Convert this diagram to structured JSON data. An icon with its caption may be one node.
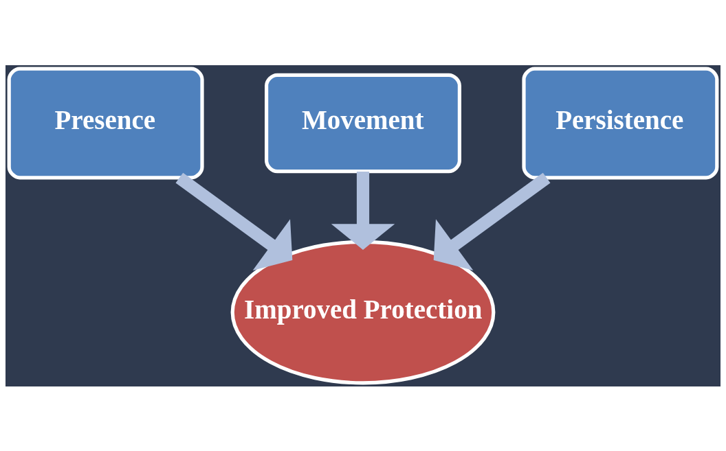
{
  "diagram": {
    "nodes": [
      {
        "text": [
          "Movement"
        ]
      },
      {
        "text": [
          "Presence"
        ]
      },
      {
        "text": [
          "Persistence"
        ]
      },
      {
        "text": [
          "Improved Protection"
        ]
      }
    ],
    "edges": [
      {
        "from": 1,
        "to": 3,
        "arrow": "to"
      },
      {
        "from": 0,
        "to": 3,
        "arrow": "to"
      },
      {
        "from": 2,
        "to": 3,
        "arrow": "to"
      }
    ]
  }
}
